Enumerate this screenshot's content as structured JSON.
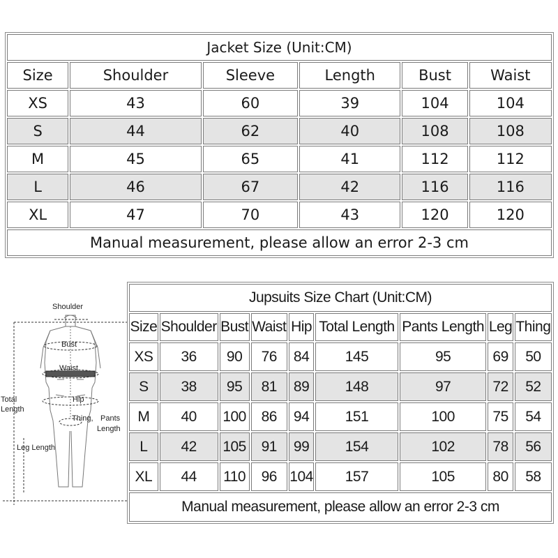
{
  "jacket": {
    "title": "Jacket Size (Unit:CM)",
    "headers": [
      "Size",
      "Shoulder",
      "Sleeve",
      "Length",
      "Bust",
      "Waist"
    ],
    "rows": [
      [
        "XS",
        "43",
        "60",
        "39",
        "104",
        "104"
      ],
      [
        "S",
        "44",
        "62",
        "40",
        "108",
        "108"
      ],
      [
        "M",
        "45",
        "65",
        "41",
        "112",
        "112"
      ],
      [
        "L",
        "46",
        "67",
        "42",
        "116",
        "116"
      ],
      [
        "XL",
        "47",
        "70",
        "43",
        "120",
        "120"
      ]
    ],
    "note": "Manual measurement, please allow an error 2-3 cm"
  },
  "jumpsuit": {
    "title": "Jupsuits Size Chart (Unit:CM)",
    "headers": [
      "Size",
      "Shoulder",
      "Bust",
      "Waist",
      "Hip",
      "Total Length",
      "Pants Length",
      "Leg",
      "Thing"
    ],
    "rows": [
      [
        "XS",
        "36",
        "90",
        "76",
        "84",
        "145",
        "95",
        "69",
        "50"
      ],
      [
        "S",
        "38",
        "95",
        "81",
        "89",
        "148",
        "97",
        "72",
        "52"
      ],
      [
        "M",
        "40",
        "100",
        "86",
        "94",
        "151",
        "100",
        "75",
        "54"
      ],
      [
        "L",
        "42",
        "105",
        "91",
        "99",
        "154",
        "102",
        "78",
        "56"
      ],
      [
        "XL",
        "44",
        "110",
        "96",
        "104",
        "157",
        "105",
        "80",
        "58"
      ]
    ],
    "note": "Manual measurement, please allow an error 2-3 cm"
  },
  "figure": {
    "labels": {
      "shoulder": "Shoulder",
      "bust": "Bust",
      "waist": "Waist",
      "total_length_1": "Total",
      "total_length_2": "Length",
      "hip": "Hip",
      "thing": "Thing,",
      "pants_length_1": "Pants",
      "pants_length_2": "Length",
      "leg_length": "Leg Length"
    }
  }
}
